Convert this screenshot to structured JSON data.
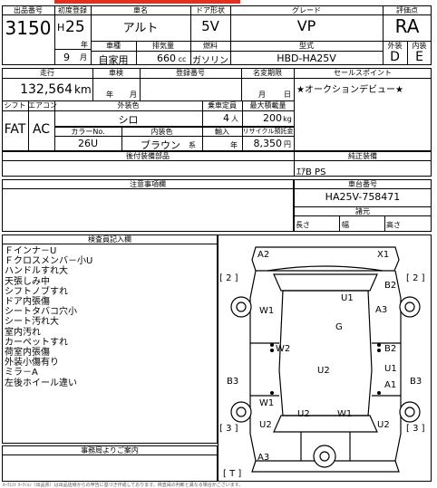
{
  "header": {
    "lot_no_label": "出品番号",
    "lot_no": "3150",
    "first_reg_label": "初度登録",
    "era": "H",
    "year": "25",
    "year_unit": "年",
    "month": "9",
    "month_unit": "月",
    "maker_label": "車名",
    "car_name": "アルト",
    "doors_label": "ドア形状",
    "doors": "5V",
    "grade_label": "グレード",
    "grade": "VP",
    "score_label": "評価点",
    "score": "RA",
    "usage_label": "車種",
    "usage": "自家用",
    "displacement_label": "排気量",
    "displacement": "660",
    "displacement_unit": "cc",
    "fuel_label": "燃料",
    "fuel": "ガソリン",
    "model_label": "型式",
    "model": "HBD-HA25V",
    "ext_label": "外装",
    "ext_score": "D",
    "int_label": "内装",
    "int_score": "E"
  },
  "mileage": {
    "label": "走行",
    "value": "132,564",
    "unit": "km",
    "inspection_label": "車検",
    "insp_year_unit": "年",
    "insp_month_unit": "月",
    "reg_no_label": "登録番号",
    "change_date_label": "名変期限",
    "change_month_unit": "月",
    "change_day_unit": "日"
  },
  "sales_point": {
    "label": "セールスポイント",
    "text": "★オークションデビュー★"
  },
  "specs": {
    "shift_label": "シフト",
    "shift": "FAT",
    "ac_label": "エアコン",
    "ac": "AC",
    "color_label": "外装色",
    "color": "シロ",
    "capacity_label": "乗車定員",
    "capacity": "4",
    "capacity_unit": "人",
    "load_label": "最大積載量",
    "load": "200",
    "load_unit": "kg",
    "color_no_label": "カラーNo.",
    "color_no": "26U",
    "interior_label": "内装色",
    "interior": "ブラウン",
    "interior_suffix": "系",
    "import_label": "輸入",
    "import_unit": "年",
    "recycle_label": "リサイクル預託金",
    "recycle": "8,350",
    "recycle_unit": "円"
  },
  "equipment": {
    "label": "後付装備部品"
  },
  "options": {
    "label": "純正装備",
    "text": "ｴｱB PS"
  },
  "notes": {
    "label": "注意事項欄"
  },
  "chassis": {
    "label": "車台番号",
    "value": "HA25V-758471",
    "dims_label": "諸元",
    "length_label": "長さ",
    "width_label": "幅",
    "height_label": "高さ"
  },
  "inspector": {
    "label": "検査員記入欄",
    "lines": [
      "Ｆインナ－U",
      "Ｆクロスメンバ－小U",
      "ハンドルすれ大",
      "天張しみ中",
      "シフトノブすれ",
      "ドア内張傷",
      "シートタバコ穴小",
      "シート汚れ大",
      "室内汚れ",
      "カーペットすれ",
      "荷室内張傷",
      "外装小傷有り",
      "ミラ－A",
      "左後ホイール違い"
    ]
  },
  "office": {
    "label": "事務局よりご案内"
  },
  "diagram": {
    "marks": {
      "A2_top": "A2",
      "X1_top": "X1",
      "bracket2_left": "[ 2 ]",
      "bracket2_right": "[ 2 ]",
      "B2_right": "B2",
      "W1_left": "W1",
      "U1_roof": "U1",
      "A3_right": "A3",
      "G_roof": "G",
      "W2_left": "W2",
      "B2_rdoor": "B2",
      "U2_center": "U2",
      "U1_rdoor": "U1",
      "A1_rdoor": "A1",
      "B3_left": "B3",
      "B3_right": "B3",
      "W1_rear": "W1",
      "U2_tail": "U2",
      "W1_tail": "W1",
      "U2_rear": "U2",
      "bracket3_left": "[ 3 ]",
      "bracket3_right": "[ 3 ]",
      "U2_fl": "U2",
      "U2_rr": "U2",
      "A3_bottom": "A3",
      "T_bracket": "[ T ]"
    }
  },
  "footer": "ｶｰｸｴｽﾄ ｵｰｸｼｮﾝ（出品票）は出品店様からの申告に基づき作成しております。検査員の判断と異なる場合がございます。"
}
